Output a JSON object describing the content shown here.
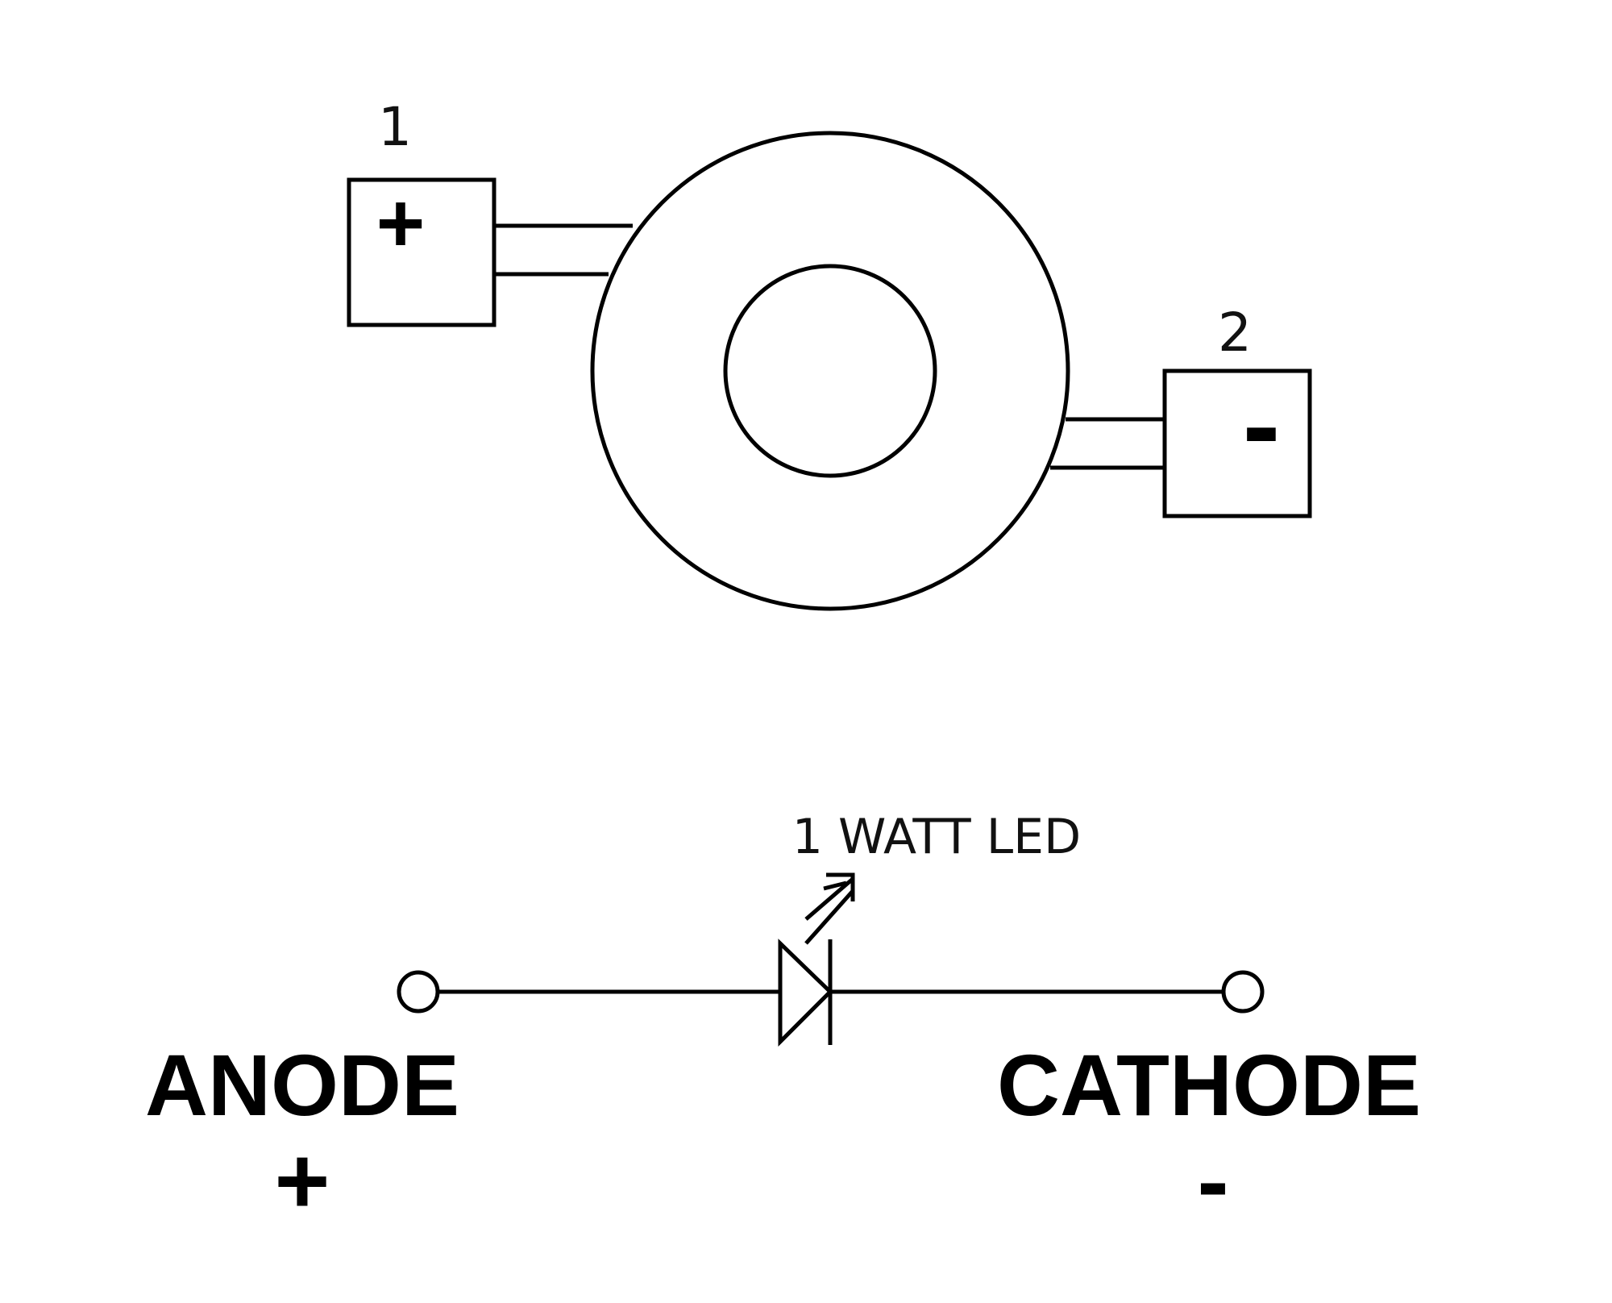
{
  "package": {
    "pad1_number": "1",
    "pad1_symbol": "+",
    "pad2_number": "2",
    "pad2_symbol": "-"
  },
  "schematic": {
    "component_label": "1 WATT LED",
    "anode_label": "ANODE",
    "anode_symbol": "+",
    "cathode_label": "CATHODE",
    "cathode_symbol": "-"
  },
  "colors": {
    "ink": "#000000",
    "background": "#ffffff"
  }
}
